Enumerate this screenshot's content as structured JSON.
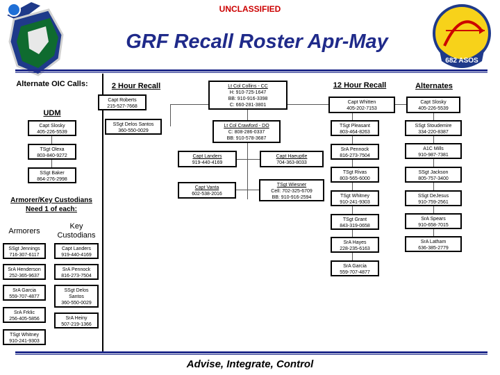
{
  "header": {
    "classification": "UNCLASSIFIED",
    "title": "GRF Recall Roster Apr-May"
  },
  "footer": {
    "motto": "Advise, Integrate, Control"
  },
  "left": {
    "oic_heading": "Alternate OIC Calls:",
    "udm_heading": "UDM",
    "udm": [
      {
        "name": "Capt Slosky",
        "phone": "405-226-5539"
      },
      {
        "name": "TSgt Olexa",
        "phone": "803-840-9272"
      },
      {
        "name": "SSgt Baker",
        "phone": "864-276-2998"
      }
    ],
    "custodian_heading": "Armorer/Key Custodians Need 1 of each:",
    "armorers_heading": "Armorers",
    "key_heading": "Key Custodians",
    "armorers": [
      {
        "name": "SSgt Jennings",
        "phone": "716-307-6117"
      },
      {
        "name": "SrA Henderson",
        "phone": "252-365-9637"
      },
      {
        "name": "SrA Garcia",
        "phone": "559-707-4877"
      },
      {
        "name": "SrA Frklic",
        "phone": "256-405-5856"
      },
      {
        "name": "TSgt Whitney",
        "phone": "910-241-9303"
      }
    ],
    "key_custodians": [
      {
        "name": "Capt Landers",
        "phone": "919-440-4169"
      },
      {
        "name": "SrA Pennock",
        "phone": "816-273-7504"
      },
      {
        "name": "SSgt Delos Santos",
        "phone": "360-550-0029"
      },
      {
        "name": "SrA Heiny",
        "phone": "507-219-1366"
      }
    ]
  },
  "center": {
    "two_hour_heading": "2 Hour Recall",
    "twelve_hour_heading": "12 Hour Recall",
    "cc": {
      "name": "Lt Col Collins - CC",
      "l1": "H: 910-725-1647",
      "l2": "BB: 910-916-3398",
      "l3": "C: 660-281-3801"
    },
    "do": {
      "name": "Lt Col Crawford - DO",
      "l1": "C: 808-286-0337",
      "l2": "BB: 910-578-3687"
    },
    "two_hour": [
      {
        "name": "Capt Roberts",
        "phone": "215-527-7668"
      },
      {
        "name": "SSgt Delos Santos",
        "phone": "360-550-0029"
      }
    ],
    "landers": {
      "name": "Capt Landers",
      "phone": "919-440-4169"
    },
    "haeuptle": {
      "name": "Capt Haeuptle",
      "phone": "704-363-8033"
    },
    "vanta": {
      "name": "Capt Vanta",
      "phone": "602-538-2016"
    },
    "wiesner": {
      "name": "TSgt Wiesner",
      "l1": "Cell: 702-325-6709",
      "l2": "BB: 910-916-2594"
    }
  },
  "twelve_hour": [
    {
      "name": "Capt Whitten",
      "phone": "405-202-7153"
    },
    {
      "name": "TSgt Pleasant",
      "phone": "803-464-8263"
    },
    {
      "name": "SrA Pennock",
      "phone": "816-273-7504"
    },
    {
      "name": "TSgt Rivas",
      "phone": "803-565-6000"
    },
    {
      "name": "TSgt Whitney",
      "phone": "910-241-9303"
    },
    {
      "name": "TSgt Grant",
      "phone": "843-319-0658"
    },
    {
      "name": "SrA Hayes",
      "phone": "228-235-6163"
    },
    {
      "name": "SrA Garcia",
      "phone": "559-707-4877"
    }
  ],
  "alternates_heading": "Alternates",
  "alternates": [
    {
      "name": "Capt Slosky",
      "phone": "405-226-5539"
    },
    {
      "name": "SSgt Stoudemire",
      "phone": "334-220-8387"
    },
    {
      "name": "A1C Mills",
      "phone": "910-987-7381"
    },
    {
      "name": "SSgt Jackson",
      "phone": "805-757-3400"
    },
    {
      "name": "SSgt DeJesus",
      "phone": "910-759-2561"
    },
    {
      "name": "SrA Spears",
      "phone": "910-658-7015"
    },
    {
      "name": "SrA Latham",
      "phone": "636-385-2779"
    }
  ],
  "logo_right": {
    "text": "682 ASOS"
  },
  "colors": {
    "title": "#1f2a8a",
    "classification": "#cc0000",
    "rule": "#1f2a8a"
  }
}
